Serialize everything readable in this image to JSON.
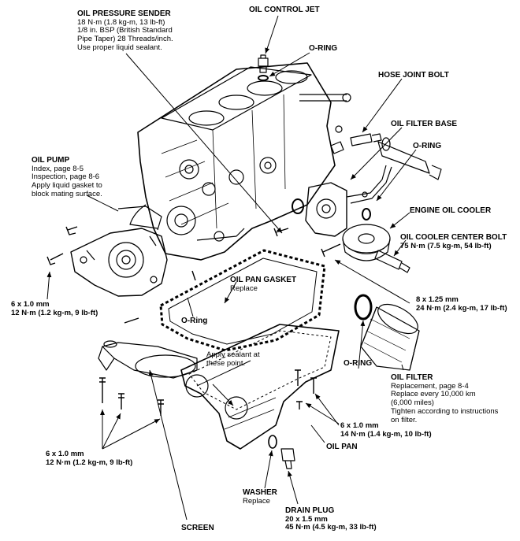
{
  "labels": {
    "oil_pressure_sender": {
      "title": "OIL PRESSURE SENDER",
      "spec": "18 N·m (1.8 kg-m, 13 lb-ft)",
      "line1": "1/8 in. BSP (British Standard",
      "line2": "Pipe Taper) 28 Threads/inch.",
      "line3": "Use proper liquid sealant."
    },
    "oil_control_jet": {
      "title": "OIL CONTROL JET"
    },
    "o_ring_top": {
      "title": "O-RING"
    },
    "hose_joint_bolt": {
      "title": "HOSE JOINT BOLT"
    },
    "oil_filter_base": {
      "title": "OIL FILTER BASE"
    },
    "o_ring_right": {
      "title": "O-RING"
    },
    "oil_pump": {
      "title": "OIL PUMP",
      "line1": "Index, page 8-5",
      "line2": "Inspection, page 8-6",
      "line3": "Apply liquid gasket to",
      "line4": "block mating surface."
    },
    "engine_oil_cooler": {
      "title": "ENGINE OIL COOLER"
    },
    "oil_cooler_center_bolt": {
      "title": "OIL COOLER CENTER BOLT",
      "spec": "75 N·m (7.5 kg-m, 54 lb-ft)"
    },
    "oil_pan_gasket": {
      "title": "OIL PAN GASKET",
      "note": "Replace"
    },
    "bolt_left": {
      "size": "6 x 1.0 mm",
      "spec": "12 N·m (1.2 kg-m, 9 lb-ft)"
    },
    "o_ring_mid": {
      "title": "O-Ring"
    },
    "filter_bolt": {
      "size": "8 x 1.25 mm",
      "spec": "24 N·m (2.4 kg-m, 17 lb-ft)"
    },
    "sealant_note": {
      "line1": "Apply sealant at",
      "line2": "these point."
    },
    "o_ring_filter": {
      "title": "O-RING"
    },
    "oil_filter": {
      "title": "OIL FILTER",
      "line1": "Replacement, page 8-4",
      "line2": "Replace every 10,000 km",
      "line3": "(6,000 miles)",
      "line4": "Tighten according to instructions",
      "line5": "on filter."
    },
    "pan_bolt_right": {
      "size": "6 x 1.0 mm",
      "spec": "14 N·m (1.4 kg-m, 10 lb-ft)"
    },
    "oil_pan": {
      "title": "OIL PAN"
    },
    "pan_bolt_left": {
      "size": "6 x 1.0 mm",
      "spec": "12 N·m (1.2 kg-m, 9 lb-ft)"
    },
    "washer": {
      "title": "WASHER",
      "note": "Replace"
    },
    "drain_plug": {
      "title": "DRAIN PLUG",
      "size": "20 x 1.5 mm",
      "spec": "45 N·m (4.5 kg-m, 33 lb-ft)"
    },
    "screen": {
      "title": "SCREEN"
    }
  }
}
